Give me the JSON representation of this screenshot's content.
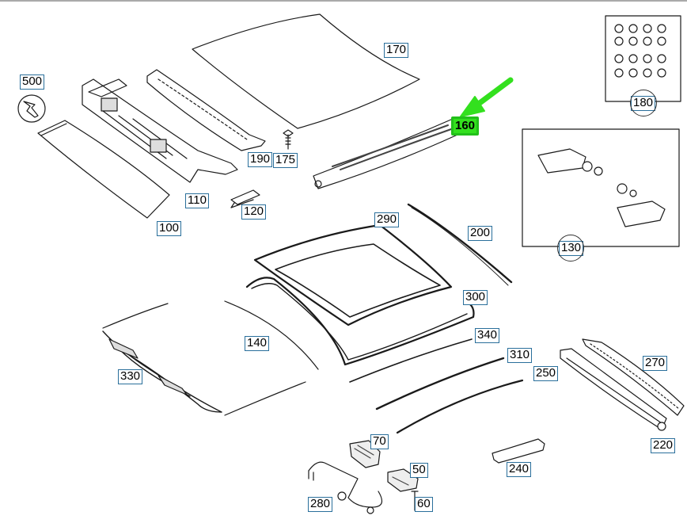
{
  "diagram": {
    "highlight_color": "#33e01e",
    "label_border_color": "#2a6f9b",
    "callouts": [
      {
        "id": "c500",
        "text": "500"
      },
      {
        "id": "c170",
        "text": "170"
      },
      {
        "id": "c180",
        "text": "180"
      },
      {
        "id": "c160",
        "text": "160",
        "highlighted": true
      },
      {
        "id": "c190",
        "text": "190"
      },
      {
        "id": "c175",
        "text": "175"
      },
      {
        "id": "c110",
        "text": "110"
      },
      {
        "id": "c120",
        "text": "120"
      },
      {
        "id": "c100",
        "text": "100"
      },
      {
        "id": "c290",
        "text": "290"
      },
      {
        "id": "c200",
        "text": "200"
      },
      {
        "id": "c130",
        "text": "130"
      },
      {
        "id": "c300",
        "text": "300"
      },
      {
        "id": "c340",
        "text": "340"
      },
      {
        "id": "c140",
        "text": "140"
      },
      {
        "id": "c310",
        "text": "310"
      },
      {
        "id": "c270",
        "text": "270"
      },
      {
        "id": "c330",
        "text": "330"
      },
      {
        "id": "c250",
        "text": "250"
      },
      {
        "id": "c70",
        "text": "70"
      },
      {
        "id": "c220",
        "text": "220"
      },
      {
        "id": "c240",
        "text": "240"
      },
      {
        "id": "c50",
        "text": "50"
      },
      {
        "id": "c280",
        "text": "280"
      },
      {
        "id": "c60",
        "text": "60"
      }
    ]
  }
}
